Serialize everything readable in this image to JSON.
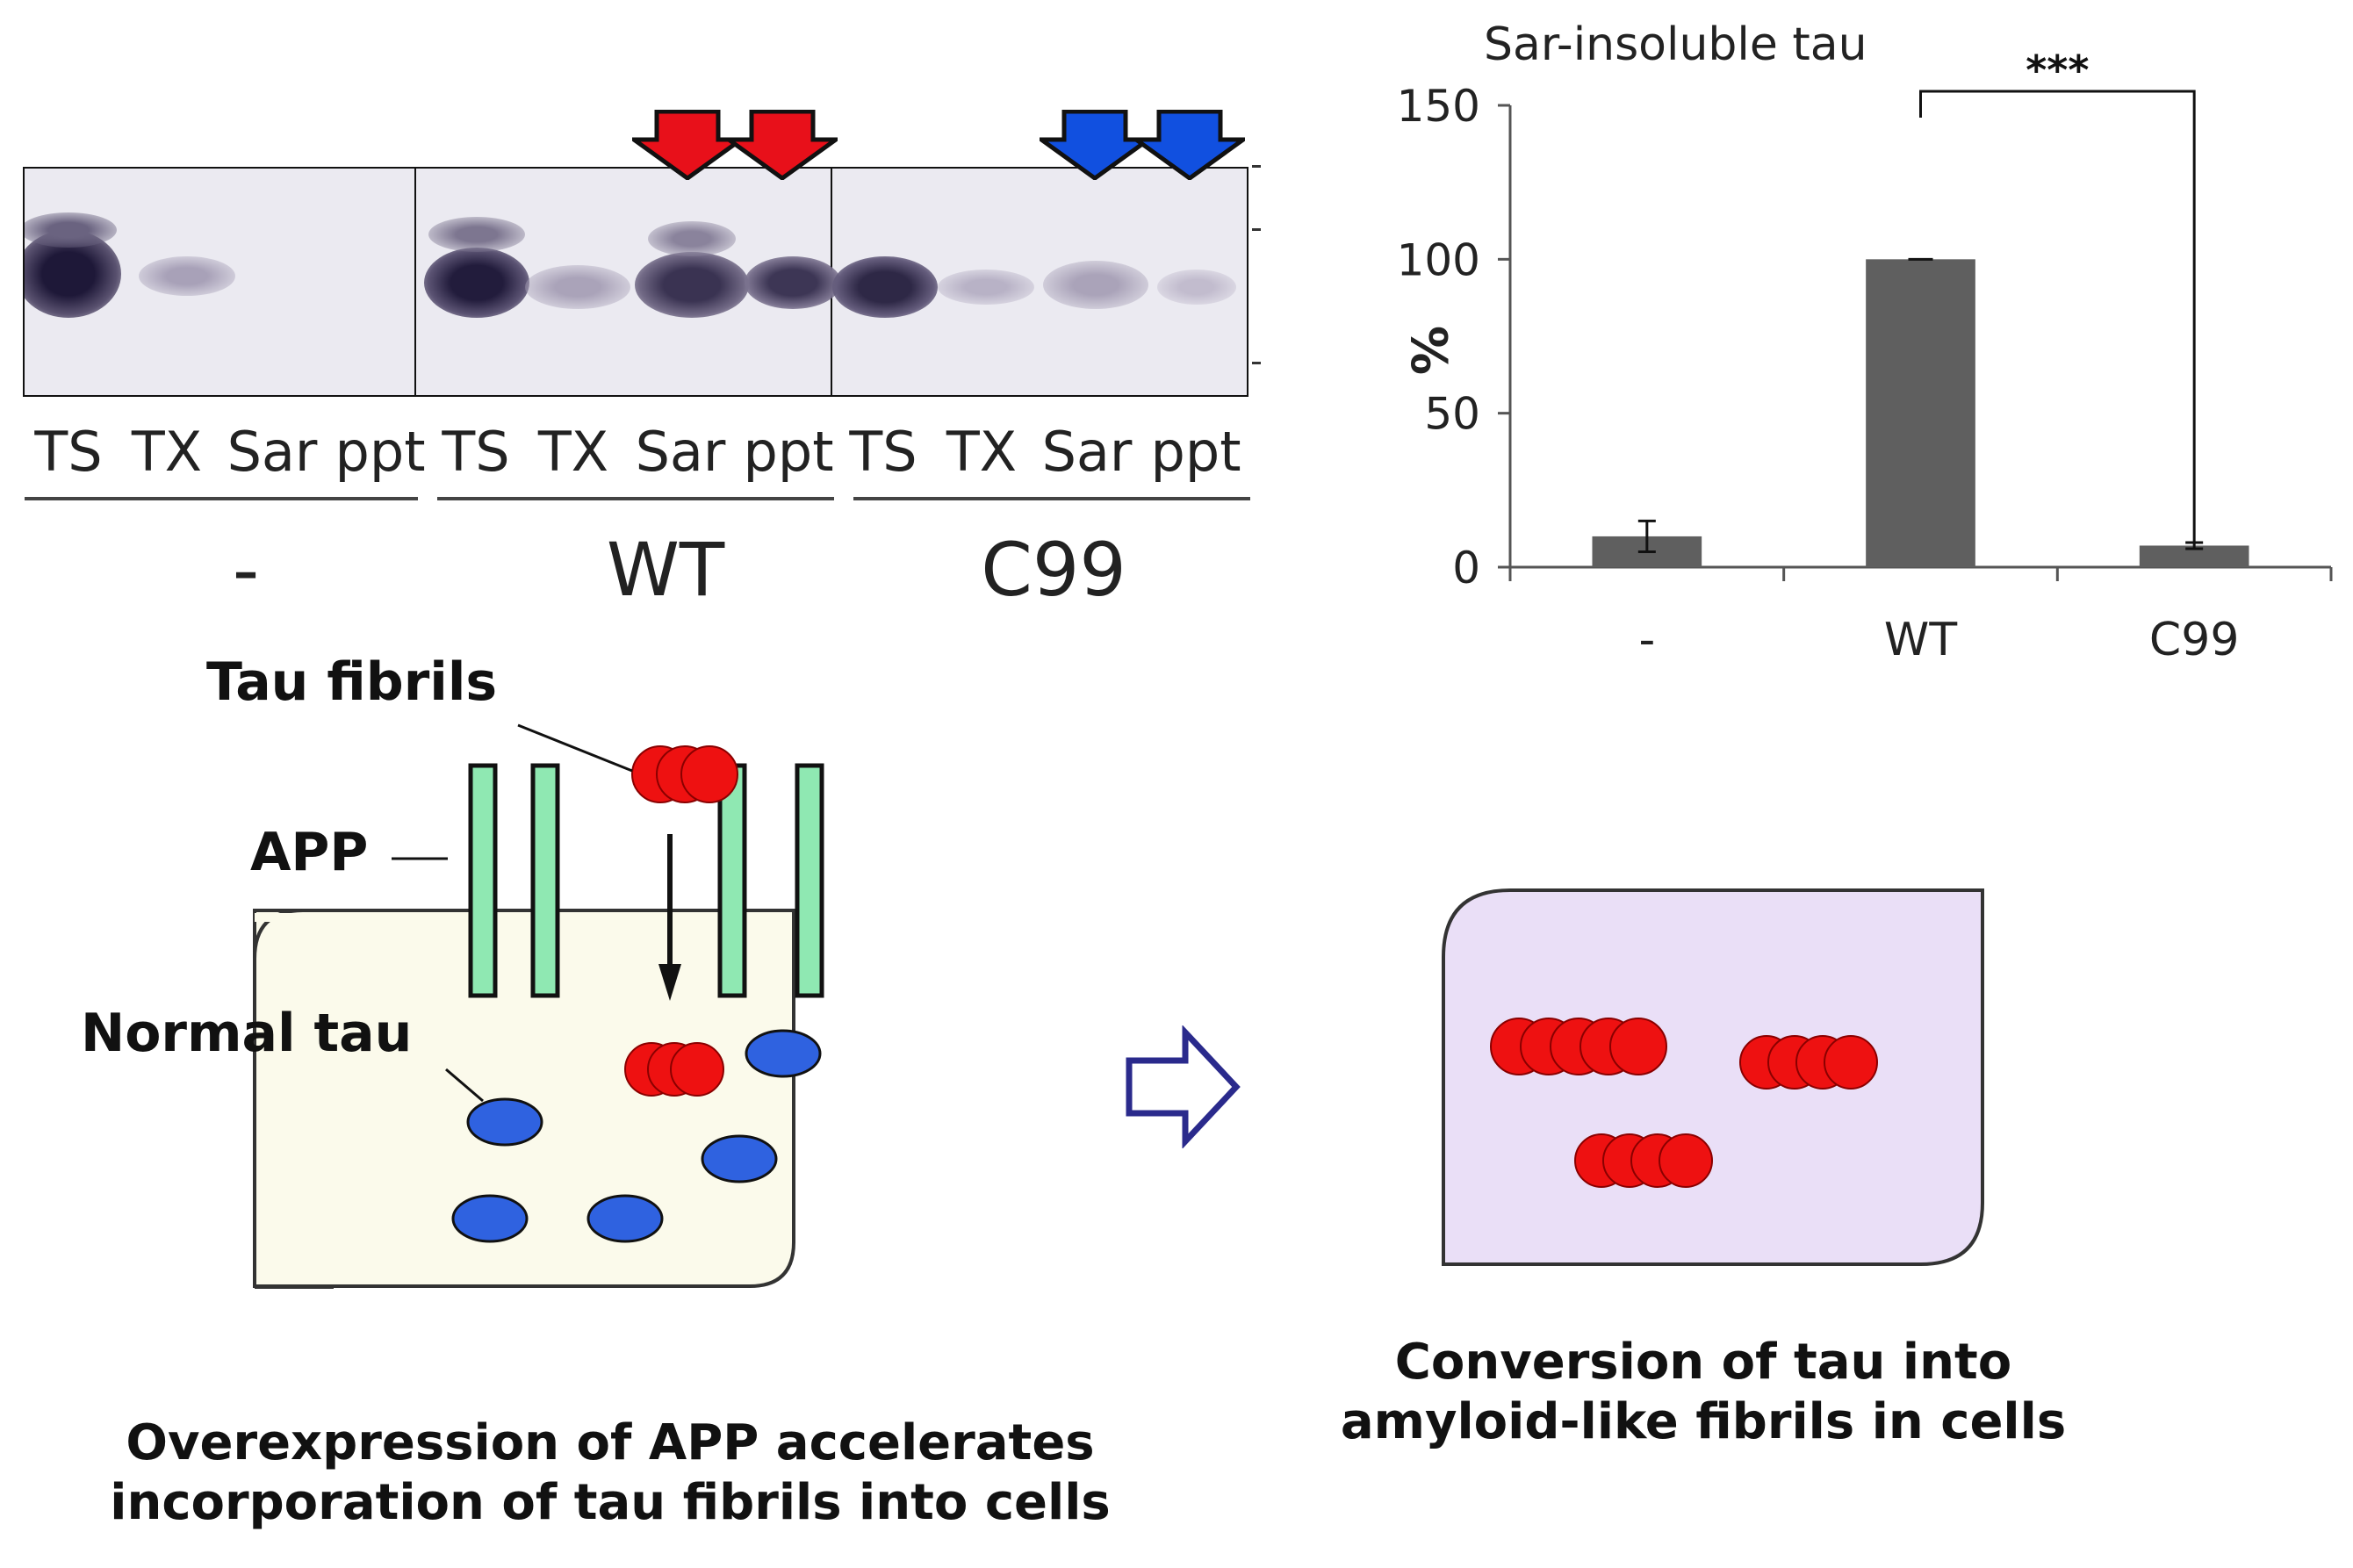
{
  "blot": {
    "lane_labels": [
      "TS",
      "TX",
      "Sar",
      "ppt",
      "TS",
      "TX",
      "Sar",
      "ppt",
      "TS",
      "TX",
      "Sar",
      "ppt"
    ],
    "group_labels": [
      "-",
      "WT",
      "C99"
    ],
    "arrow_colors": {
      "wt": "#e8101a",
      "c99": "#1150e0"
    }
  },
  "chart_data": {
    "type": "bar",
    "title": "Sar-insoluble tau",
    "categories": [
      "-",
      "WT",
      "C99"
    ],
    "values": [
      10,
      100,
      7
    ],
    "errors": [
      5,
      0,
      1
    ],
    "ylabel": "%",
    "ylim": [
      0,
      150
    ],
    "yticks": [
      0,
      50,
      100,
      150
    ],
    "bar_color": "#5f5f5f",
    "significance": {
      "from": "WT",
      "to": "C99",
      "label": "***"
    },
    "grid": false
  },
  "schematic": {
    "tau_fibrils_label": "Tau fibrils",
    "app_label": "APP",
    "normal_tau_label": "Normal tau",
    "caption_left": [
      "Overexpression of APP accelerates",
      "incorporation of tau fibrils into cells"
    ],
    "caption_right": [
      "Conversion of tau into",
      "amyloid-like fibrils in cells"
    ],
    "colors": {
      "cell_left": "#fbfaeb",
      "cell_right": "#eadff7",
      "app": "#8fe8b2",
      "fibril": "#ee1111",
      "normal_tau": "#2f62e0",
      "transition_arrow": "#2a2a8c"
    }
  }
}
